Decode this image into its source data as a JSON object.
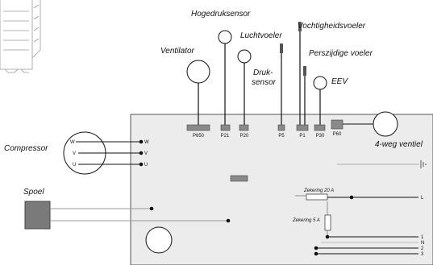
{
  "labels": {
    "hogedruksensor": "Hogedruksensor",
    "vochtigheidsvoeler": "Vochtigheidsvoeler",
    "luchtvoeler": "Luchtvoeler",
    "ventilator": "Ventilator",
    "druksensor_line1": "Druk-",
    "druksensor_line2": "sensor",
    "perszijdige_voeler": "Perszijdige voeler",
    "eev": "EEV",
    "compressor": "Compressor",
    "vierweg_ventiel": "4-weg ventiel",
    "spoel": "Spoel",
    "zekering_20a": "Zekering 20 A",
    "zekering_5a": "Zekering 5 A"
  },
  "connectors": {
    "p650": "P650",
    "p21": "P21",
    "p20": "P20",
    "p5": "P5",
    "p1": "P1",
    "p30": "P30",
    "p60": "P60"
  },
  "compressor_pins": {
    "w": "W",
    "v": "V",
    "u": "U"
  },
  "terminals": {
    "l": "L",
    "t1": "1",
    "n": "N",
    "t2": "2",
    "t3": "3"
  },
  "colors": {
    "board_fill": "#ececec",
    "board_stroke": "#555555",
    "connector": "#8a8a8a",
    "spoel_fill": "#7a7a7a"
  }
}
